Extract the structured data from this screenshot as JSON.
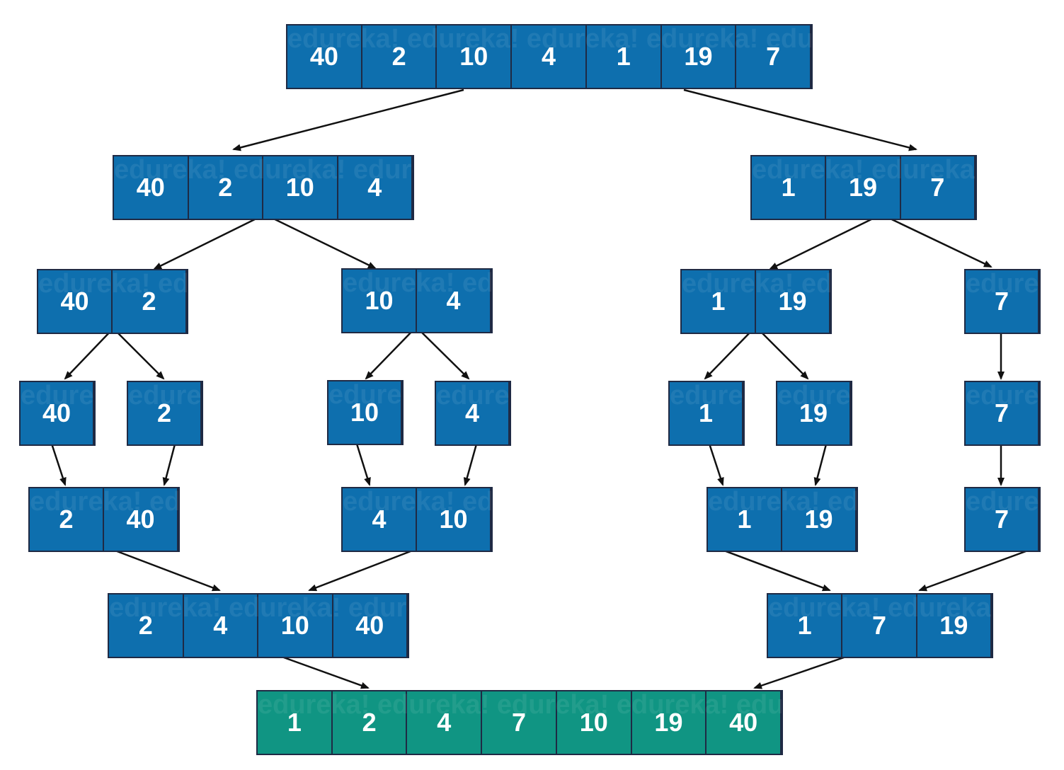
{
  "colors": {
    "cell_fill": "#0e6fae",
    "result_fill": "#109583",
    "border": "#1f2a44",
    "arrow": "#111111",
    "text": "#ffffff"
  },
  "watermark_text": "edureka!",
  "diagram": {
    "arrays": [
      {
        "id": "root",
        "values": [
          "40",
          "2",
          "10",
          "4",
          "1",
          "19",
          "7"
        ],
        "kind": "split"
      },
      {
        "id": "left-half",
        "values": [
          "40",
          "2",
          "10",
          "4"
        ],
        "kind": "split"
      },
      {
        "id": "right-half",
        "values": [
          "1",
          "19",
          "7"
        ],
        "kind": "split"
      },
      {
        "id": "l-pair-a",
        "values": [
          "40",
          "2"
        ],
        "kind": "split"
      },
      {
        "id": "l-pair-b",
        "values": [
          "10",
          "4"
        ],
        "kind": "split"
      },
      {
        "id": "r-pair",
        "values": [
          "1",
          "19"
        ],
        "kind": "split"
      },
      {
        "id": "r-single",
        "values": [
          "7"
        ],
        "kind": "split"
      },
      {
        "id": "s-40",
        "values": [
          "40"
        ],
        "kind": "single"
      },
      {
        "id": "s-2",
        "values": [
          "2"
        ],
        "kind": "single"
      },
      {
        "id": "s-10",
        "values": [
          "10"
        ],
        "kind": "single"
      },
      {
        "id": "s-4",
        "values": [
          "4"
        ],
        "kind": "single"
      },
      {
        "id": "s-1",
        "values": [
          "1"
        ],
        "kind": "single"
      },
      {
        "id": "s-19",
        "values": [
          "19"
        ],
        "kind": "single"
      },
      {
        "id": "s-7",
        "values": [
          "7"
        ],
        "kind": "single"
      },
      {
        "id": "m-2-40",
        "values": [
          "2",
          "40"
        ],
        "kind": "merge"
      },
      {
        "id": "m-4-10",
        "values": [
          "4",
          "10"
        ],
        "kind": "merge"
      },
      {
        "id": "m-1-19",
        "values": [
          "1",
          "19"
        ],
        "kind": "merge"
      },
      {
        "id": "m-7",
        "values": [
          "7"
        ],
        "kind": "merge"
      },
      {
        "id": "m-left",
        "values": [
          "2",
          "4",
          "10",
          "40"
        ],
        "kind": "merge"
      },
      {
        "id": "m-right",
        "values": [
          "1",
          "7",
          "19"
        ],
        "kind": "merge"
      },
      {
        "id": "result",
        "values": [
          "1",
          "2",
          "4",
          "7",
          "10",
          "19",
          "40"
        ],
        "kind": "result"
      }
    ],
    "edges": [
      {
        "from": "root",
        "to": "left-half"
      },
      {
        "from": "root",
        "to": "right-half"
      },
      {
        "from": "left-half",
        "to": "l-pair-a"
      },
      {
        "from": "left-half",
        "to": "l-pair-b"
      },
      {
        "from": "right-half",
        "to": "r-pair"
      },
      {
        "from": "right-half",
        "to": "r-single"
      },
      {
        "from": "l-pair-a",
        "to": "s-40"
      },
      {
        "from": "l-pair-a",
        "to": "s-2"
      },
      {
        "from": "l-pair-b",
        "to": "s-10"
      },
      {
        "from": "l-pair-b",
        "to": "s-4"
      },
      {
        "from": "r-pair",
        "to": "s-1"
      },
      {
        "from": "r-pair",
        "to": "s-19"
      },
      {
        "from": "r-single",
        "to": "s-7"
      },
      {
        "from": "s-40",
        "to": "m-2-40"
      },
      {
        "from": "s-2",
        "to": "m-2-40"
      },
      {
        "from": "s-10",
        "to": "m-4-10"
      },
      {
        "from": "s-4",
        "to": "m-4-10"
      },
      {
        "from": "s-1",
        "to": "m-1-19"
      },
      {
        "from": "s-19",
        "to": "m-1-19"
      },
      {
        "from": "s-7",
        "to": "m-7"
      },
      {
        "from": "m-2-40",
        "to": "m-left"
      },
      {
        "from": "m-4-10",
        "to": "m-left"
      },
      {
        "from": "m-1-19",
        "to": "m-right"
      },
      {
        "from": "m-7",
        "to": "m-right"
      },
      {
        "from": "m-left",
        "to": "result"
      },
      {
        "from": "m-right",
        "to": "result"
      }
    ]
  }
}
